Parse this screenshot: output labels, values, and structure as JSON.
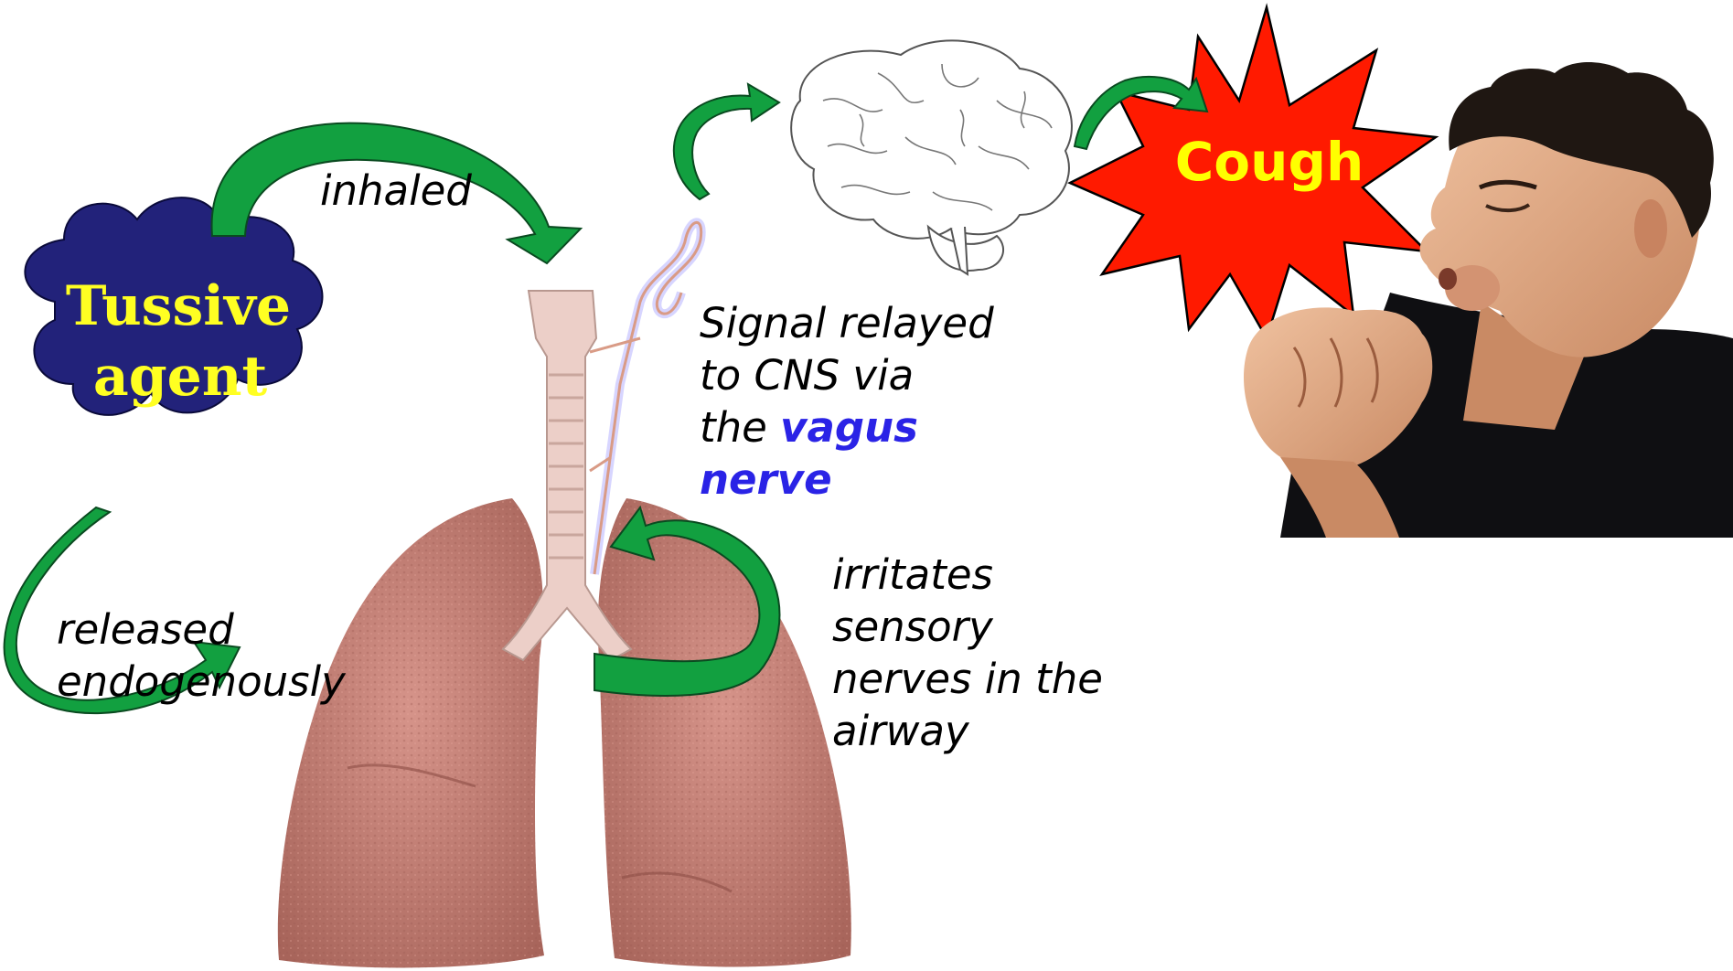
{
  "tussive_agent": {
    "line1": "Tussive",
    "line2": "agent"
  },
  "labels": {
    "inhaled": "inhaled",
    "released_line1": "released",
    "released_line2": "endogenously",
    "signal_line1": "Signal relayed",
    "signal_line2": "to CNS via",
    "signal_line3_prefix": "the ",
    "signal_vagus": "vagus",
    "signal_nerve": "nerve",
    "irritates_line1": "irritates",
    "irritates_line2": "sensory",
    "irritates_line3": "nerves in the",
    "irritates_line4": "airway"
  },
  "cough": {
    "label": "Cough"
  },
  "colors": {
    "cloud_fill": "#22227a",
    "cloud_text": "#ffff22",
    "arrow_green": "#12a040",
    "burst_red": "#ff1a00",
    "burst_text": "#ffff00",
    "vagus_blue": "#2a23e6",
    "lung_pink": "#c77e72",
    "trachea": "#eccfc8"
  },
  "icons": {
    "brain": "brain-illustration",
    "lungs": "lungs-illustration",
    "person": "coughing-man-photo"
  }
}
